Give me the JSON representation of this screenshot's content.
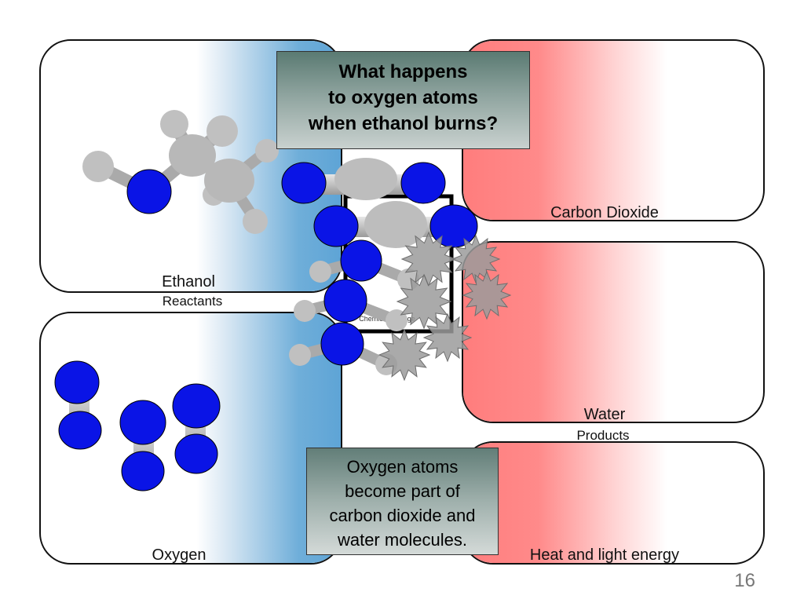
{
  "question": {
    "lines": [
      "What happens",
      "to oxygen atoms",
      "when ethanol burns?"
    ]
  },
  "answer": {
    "lines": [
      "Oxygen atoms",
      "become part of",
      "carbon dioxide and",
      "water molecules."
    ]
  },
  "panels": {
    "ethanol": {
      "label": "Ethanol"
    },
    "reactants": {
      "label": "Reactants"
    },
    "oxygen": {
      "label": "Oxygen"
    },
    "carbon_dioxide": {
      "label": "Carbon Dioxide"
    },
    "water": {
      "label": "Water"
    },
    "products": {
      "label": "Products"
    },
    "energy": {
      "label": "Heat and light energy"
    }
  },
  "center_box": {
    "label": "Chemical Change"
  },
  "page_number": "16",
  "colors": {
    "atom_oxygen": "#0a14e6",
    "atom_carbon_hydrogen": "#bdbdbd",
    "reactants_gradient": "#5ea4d6",
    "products_gradient": "#ff7d7d",
    "callout": "#7e948f"
  },
  "icons": [
    "starburst-energy-icon"
  ]
}
